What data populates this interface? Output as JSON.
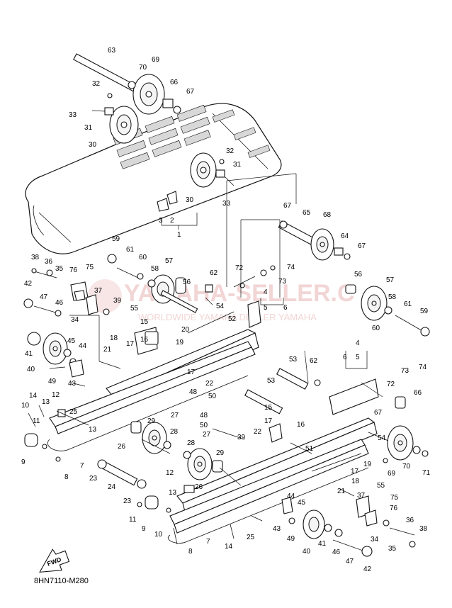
{
  "diagram_code": "8HN7110-M280",
  "fwd_label": "FWD",
  "watermark": {
    "main": "YAMAHA-SELLER.C",
    "sub": "WORLDWIDE YAMAHA DEALER YAMAHA"
  },
  "callouts": [
    {
      "id": "c63a",
      "text": "63"
    },
    {
      "id": "c69a",
      "text": "69"
    },
    {
      "id": "c70a",
      "text": "70"
    },
    {
      "id": "c32a",
      "text": "32"
    },
    {
      "id": "c66a",
      "text": "66"
    },
    {
      "id": "c67a",
      "text": "67"
    },
    {
      "id": "c33a",
      "text": "33"
    },
    {
      "id": "c31a",
      "text": "31"
    },
    {
      "id": "c30a",
      "text": "30"
    },
    {
      "id": "c32b",
      "text": "32"
    },
    {
      "id": "c31b",
      "text": "31"
    },
    {
      "id": "c30b",
      "text": "30"
    },
    {
      "id": "c33b",
      "text": "33"
    },
    {
      "id": "c3a",
      "text": "3"
    },
    {
      "id": "c2a",
      "text": "2"
    },
    {
      "id": "c1a",
      "text": "1"
    },
    {
      "id": "c67b",
      "text": "67"
    },
    {
      "id": "c65a",
      "text": "65"
    },
    {
      "id": "c68a",
      "text": "68"
    },
    {
      "id": "c64a",
      "text": "64"
    },
    {
      "id": "c67c",
      "text": "67"
    },
    {
      "id": "c59a",
      "text": "59"
    },
    {
      "id": "c61a",
      "text": "61"
    },
    {
      "id": "c60a",
      "text": "60"
    },
    {
      "id": "c57a",
      "text": "57"
    },
    {
      "id": "c58a",
      "text": "58"
    },
    {
      "id": "c38a",
      "text": "38"
    },
    {
      "id": "c36a",
      "text": "36"
    },
    {
      "id": "c35a",
      "text": "35"
    },
    {
      "id": "c76a",
      "text": "76"
    },
    {
      "id": "c75a",
      "text": "75"
    },
    {
      "id": "c42a",
      "text": "42"
    },
    {
      "id": "c47a",
      "text": "47"
    },
    {
      "id": "c37a",
      "text": "37"
    },
    {
      "id": "c46a",
      "text": "46"
    },
    {
      "id": "c34a",
      "text": "34"
    },
    {
      "id": "c39a",
      "text": "39"
    },
    {
      "id": "c62a",
      "text": "62"
    },
    {
      "id": "c72a",
      "text": "72"
    },
    {
      "id": "c74a",
      "text": "74"
    },
    {
      "id": "c73a",
      "text": "73"
    },
    {
      "id": "c56a",
      "text": "56"
    },
    {
      "id": "c57b",
      "text": "57"
    },
    {
      "id": "c4a",
      "text": "4"
    },
    {
      "id": "c5a",
      "text": "5"
    },
    {
      "id": "c6a",
      "text": "6"
    },
    {
      "id": "c55a",
      "text": "55"
    },
    {
      "id": "c54a",
      "text": "54"
    },
    {
      "id": "c52a",
      "text": "52"
    },
    {
      "id": "c56b",
      "text": "56"
    },
    {
      "id": "c58b",
      "text": "58"
    },
    {
      "id": "c61b",
      "text": "61"
    },
    {
      "id": "c59b",
      "text": "59"
    },
    {
      "id": "c60b",
      "text": "60"
    },
    {
      "id": "c45a",
      "text": "45"
    },
    {
      "id": "c44a",
      "text": "44"
    },
    {
      "id": "c41a",
      "text": "41"
    },
    {
      "id": "c40a",
      "text": "40"
    },
    {
      "id": "c49a",
      "text": "49"
    },
    {
      "id": "c43a",
      "text": "43"
    },
    {
      "id": "c15a",
      "text": "15"
    },
    {
      "id": "c20a",
      "text": "20"
    },
    {
      "id": "c18a",
      "text": "18"
    },
    {
      "id": "c17a",
      "text": "17"
    },
    {
      "id": "c16a",
      "text": "16"
    },
    {
      "id": "c19a",
      "text": "19"
    },
    {
      "id": "c21a",
      "text": "21"
    },
    {
      "id": "c53a",
      "text": "53"
    },
    {
      "id": "c62b",
      "text": "62"
    },
    {
      "id": "c4b",
      "text": "4"
    },
    {
      "id": "c5b",
      "text": "5"
    },
    {
      "id": "c6b",
      "text": "6"
    },
    {
      "id": "c73b",
      "text": "73"
    },
    {
      "id": "c74b",
      "text": "74"
    },
    {
      "id": "c72b",
      "text": "72"
    },
    {
      "id": "c17b",
      "text": "17"
    },
    {
      "id": "c14a",
      "text": "14"
    },
    {
      "id": "c12a",
      "text": "12"
    },
    {
      "id": "c10a",
      "text": "10"
    },
    {
      "id": "c13a",
      "text": "13"
    },
    {
      "id": "c25a",
      "text": "25"
    },
    {
      "id": "c22a",
      "text": "22"
    },
    {
      "id": "c50a",
      "text": "50"
    },
    {
      "id": "c48a",
      "text": "48"
    },
    {
      "id": "c53b",
      "text": "53"
    },
    {
      "id": "c66b",
      "text": "66"
    },
    {
      "id": "c67d",
      "text": "67"
    },
    {
      "id": "c11a",
      "text": "11"
    },
    {
      "id": "c13b",
      "text": "13"
    },
    {
      "id": "c27a",
      "text": "27"
    },
    {
      "id": "c29a",
      "text": "29"
    },
    {
      "id": "c28a",
      "text": "28"
    },
    {
      "id": "c26a",
      "text": "26"
    },
    {
      "id": "c48b",
      "text": "48"
    },
    {
      "id": "c50b",
      "text": "50"
    },
    {
      "id": "c15b",
      "text": "15"
    },
    {
      "id": "c16b",
      "text": "16"
    },
    {
      "id": "c22b",
      "text": "22"
    },
    {
      "id": "c17c",
      "text": "17"
    },
    {
      "id": "c9a",
      "text": "9"
    },
    {
      "id": "c7a",
      "text": "7"
    },
    {
      "id": "c8a",
      "text": "8"
    },
    {
      "id": "c23a",
      "text": "23"
    },
    {
      "id": "c27b",
      "text": "27"
    },
    {
      "id": "c28b",
      "text": "28"
    },
    {
      "id": "c39b",
      "text": "39"
    },
    {
      "id": "c51a",
      "text": "51"
    },
    {
      "id": "c54b",
      "text": "54"
    },
    {
      "id": "c29b",
      "text": "29"
    },
    {
      "id": "c24a",
      "text": "24"
    },
    {
      "id": "c12b",
      "text": "12"
    },
    {
      "id": "c26b",
      "text": "26"
    },
    {
      "id": "c19b",
      "text": "19"
    },
    {
      "id": "c70b",
      "text": "70"
    },
    {
      "id": "c71a",
      "text": "71"
    },
    {
      "id": "c69b",
      "text": "69"
    },
    {
      "id": "c55b",
      "text": "55"
    },
    {
      "id": "c17d",
      "text": "17"
    },
    {
      "id": "c18b",
      "text": "18"
    },
    {
      "id": "c21b",
      "text": "21"
    },
    {
      "id": "c13c",
      "text": "13"
    },
    {
      "id": "c23b",
      "text": "23"
    },
    {
      "id": "c37b",
      "text": "37"
    },
    {
      "id": "c75b",
      "text": "75"
    },
    {
      "id": "c11b",
      "text": "11"
    },
    {
      "id": "c44b",
      "text": "44"
    },
    {
      "id": "c45b",
      "text": "45"
    },
    {
      "id": "c76b",
      "text": "76"
    },
    {
      "id": "c9b",
      "text": "9"
    },
    {
      "id": "c10b",
      "text": "10"
    },
    {
      "id": "c43b",
      "text": "43"
    },
    {
      "id": "c25b",
      "text": "25"
    },
    {
      "id": "c49b",
      "text": "49"
    },
    {
      "id": "c36b",
      "text": "36"
    },
    {
      "id": "c38b",
      "text": "38"
    },
    {
      "id": "c34b",
      "text": "34"
    },
    {
      "id": "c35b",
      "text": "35"
    },
    {
      "id": "c8b",
      "text": "8"
    },
    {
      "id": "c7b",
      "text": "7"
    },
    {
      "id": "c14b",
      "text": "14"
    },
    {
      "id": "c40b",
      "text": "40"
    },
    {
      "id": "c41b",
      "text": "41"
    },
    {
      "id": "c46b",
      "text": "46"
    },
    {
      "id": "c47b",
      "text": "47"
    },
    {
      "id": "c42b",
      "text": "42"
    }
  ]
}
